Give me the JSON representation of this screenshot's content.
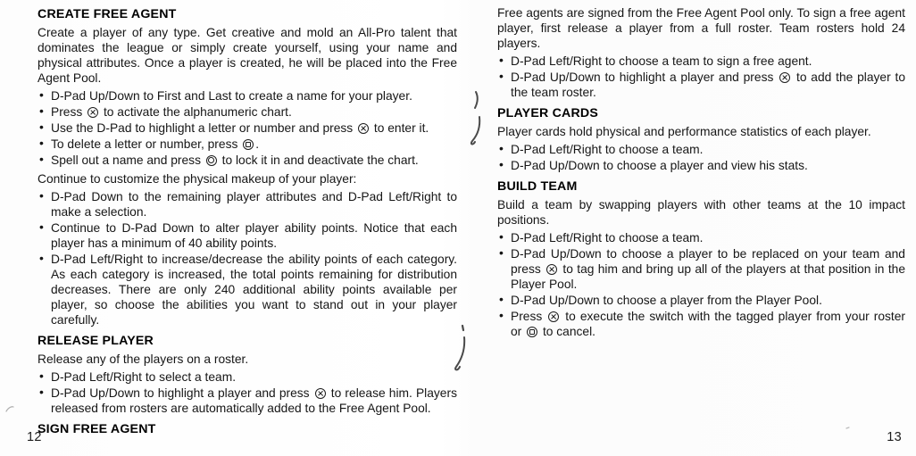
{
  "document": {
    "type": "scanned game manual spread",
    "text_color": "#161616",
    "background_color": "#fdfdfd"
  },
  "icons": {
    "x_button": "circle outline containing an X (PlayStation Cross button)",
    "circle_button": "circle outline containing a smaller circle (PlayStation Circle button)",
    "square_button": "circle outline containing a small square (PlayStation Square button)"
  },
  "page_left": {
    "page_number": "12",
    "create_free_agent": {
      "heading": "CREATE FREE AGENT",
      "intro": "Create a player of any type. Get creative and mold an All-Pro talent that dominates the league or simply create yourself, using your name and physical attributes. Once a player is created, he will be placed into the Free Agent Pool.",
      "bullets": [
        "D-Pad Up/Down to First and Last to create a name for your player.",
        "Press {X} to activate the alphanumeric chart.",
        "Use the D-Pad to highlight a letter or number and press {X} to enter it.",
        "To delete a letter or number, press {SQUARE}.",
        "Spell out a name and press {CIRCLE} to lock it in and deactivate the chart."
      ],
      "customize_intro": "Continue to customize the physical makeup of your player:",
      "customize_bullets": [
        "D-Pad Down to the remaining player attributes and D-Pad Left/Right to make a selection.",
        "Continue to D-Pad Down to alter player ability points. Notice that each player has a minimum of 40 ability points.",
        "D-Pad Left/Right to increase/decrease the ability points of each category. As each category is increased, the total points remaining for distribution decreases. There are only 240 additional ability points available per player, so choose the abilities you want to stand out in your player carefully."
      ]
    },
    "release_player": {
      "heading": "RELEASE PLAYER",
      "intro": "Release any of the players on a roster.",
      "bullets": [
        "D-Pad Left/Right to select a team.",
        "D-Pad Up/Down to highlight a player and press {X} to release him. Players released from rosters are automatically added to the Free Agent Pool."
      ]
    },
    "sign_free_agent": {
      "heading": "SIGN FREE AGENT"
    }
  },
  "page_right": {
    "page_number": "13",
    "sign_free_agent_body": {
      "intro": "Free agents are signed from the Free Agent Pool only. To sign a free agent player, first release a player from a full roster. Team rosters hold 24 players.",
      "bullets": [
        "D-Pad Left/Right to choose a team to sign a free agent.",
        "D-Pad Up/Down to highlight a player and press {X} to add the player to the team roster."
      ]
    },
    "player_cards": {
      "heading": "PLAYER CARDS",
      "intro": "Player cards hold physical and performance statistics of each player.",
      "bullets": [
        "D-Pad Left/Right to choose a team.",
        "D-Pad Up/Down to choose a player and view his stats."
      ]
    },
    "build_team": {
      "heading": "BUILD TEAM",
      "intro": "Build a team by swapping players with other teams at the 10 impact positions.",
      "bullets": [
        "D-Pad Left/Right to choose a team.",
        "D-Pad Up/Down to choose a player to be replaced on your team and press {X} to tag him and bring up all of the players at that position in the Player Pool.",
        "D-Pad Up/Down to choose a player from the Player Pool.",
        "Press {X} to execute the switch with the tagged player from your roster or {SQUARE} to cancel."
      ]
    }
  }
}
